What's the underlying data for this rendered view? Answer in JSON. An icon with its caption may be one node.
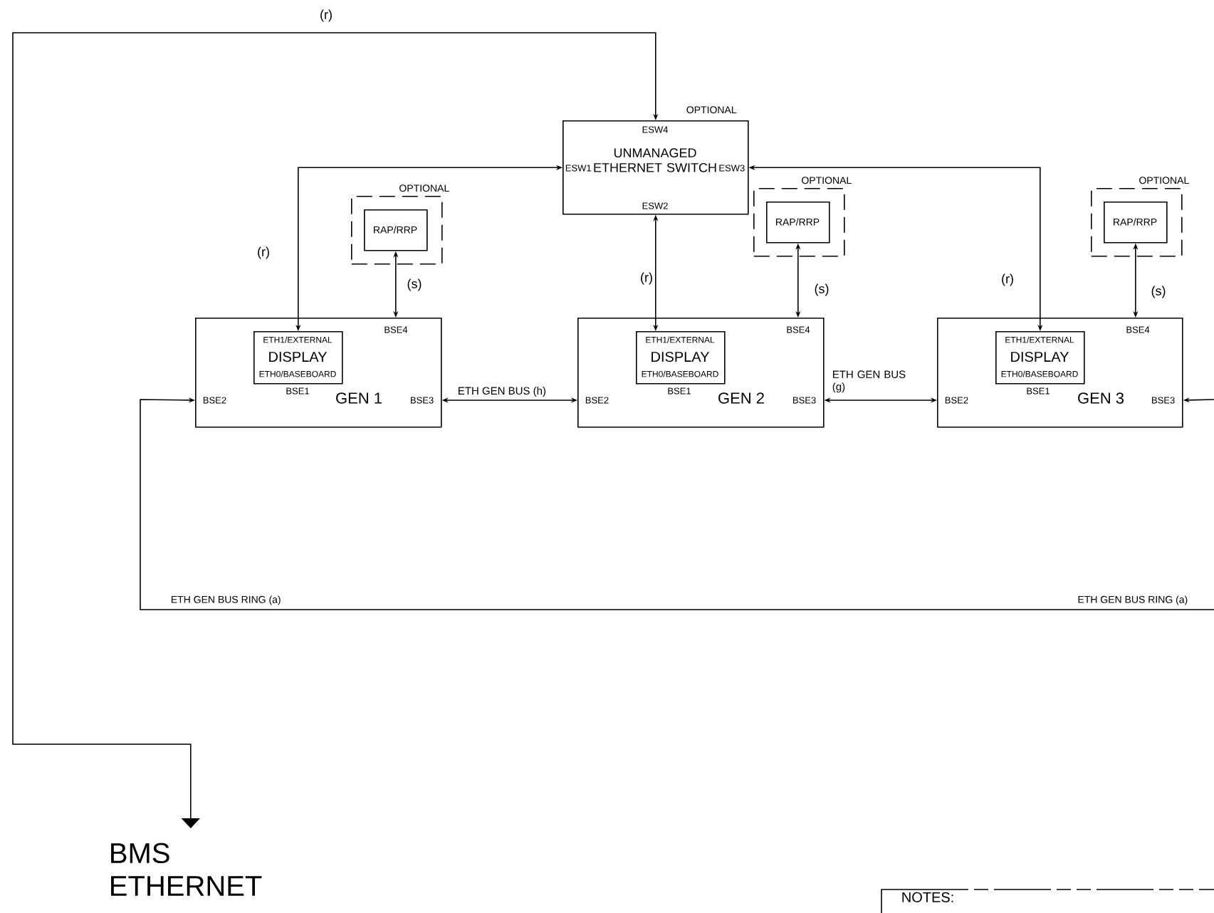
{
  "diagram": {
    "nodes": [
      {
        "text": [
          "ESW4",
          "ESW1",
          "UNMANAGED ETHERNET SWITCH",
          "ESW3",
          "ESW2"
        ],
        "beside": [
          "OPTIONAL"
        ]
      },
      {
        "text": [
          "OPTIONAL"
        ]
      },
      {
        "text": [
          "RAP/RRP"
        ],
        "in": 1
      },
      {
        "text": [
          "OPTIONAL"
        ]
      },
      {
        "text": [
          "RAP/RRP"
        ],
        "in": 3
      },
      {
        "text": [
          "OPTIONAL"
        ]
      },
      {
        "text": [
          "RAP/RRP"
        ],
        "in": 5
      },
      {
        "text": [
          "BSE4",
          "BSE1",
          "BSE2",
          "GEN 1",
          "BSE3"
        ]
      },
      {
        "text": [
          "ETH1/EXTERNAL",
          "DISPLAY",
          "ETH0/BASEBOARD"
        ],
        "in": 7
      },
      {
        "text": [
          "BSE4",
          "BSE1",
          "BSE2",
          "GEN 2",
          "BSE3"
        ]
      },
      {
        "text": [
          "ETH1/EXTERNAL",
          "DISPLAY",
          "ETH0/BASEBOARD"
        ],
        "in": 9
      },
      {
        "text": [
          "BSE4",
          "BSE1",
          "BSE2",
          "GEN 3",
          "BSE3"
        ]
      },
      {
        "text": [
          "ETH1/EXTERNAL",
          "DISPLAY",
          "ETH0/BASEBOARD"
        ],
        "in": 11
      },
      {
        "text": [
          "BMS ETHERNET"
        ]
      },
      {
        "text": [
          "NOTES:"
        ]
      }
    ],
    "edges": [
      {
        "from": 0,
        "to": 13,
        "arrow": "both",
        "label": "(r)"
      },
      {
        "from": 0,
        "to": 8,
        "arrow": "both",
        "label": "(r)"
      },
      {
        "from": 0,
        "to": 10,
        "arrow": "both",
        "label": "(r)"
      },
      {
        "from": 0,
        "to": 12,
        "arrow": "both",
        "label": "(r)"
      },
      {
        "from": 2,
        "to": 7,
        "arrow": "both",
        "label": "(s)"
      },
      {
        "from": 4,
        "to": 9,
        "arrow": "both",
        "label": "(s)"
      },
      {
        "from": 6,
        "to": 11,
        "arrow": "both",
        "label": "(s)"
      },
      {
        "from": 7,
        "to": 9,
        "arrow": "both",
        "label": "ETH GEN BUS (h)"
      },
      {
        "from": 9,
        "to": 11,
        "arrow": "both",
        "label": "ETH GEN BUS (g)"
      },
      {
        "from": null,
        "to": 7,
        "arrow": "to",
        "label": "ETH GEN BUS RING (a)"
      },
      {
        "from": null,
        "to": 11,
        "arrow": "to"
      }
    ],
    "labels": [
      "ETH GEN BUS RING (a)"
    ]
  }
}
